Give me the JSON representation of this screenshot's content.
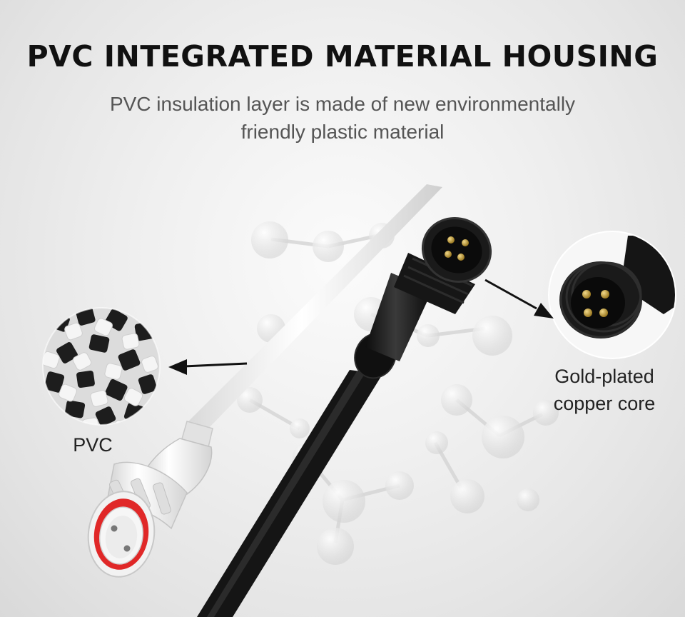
{
  "banner": {
    "title": "PVC INTEGRATED MATERIAL HOUSING",
    "subtitle": "PVC insulation layer is made of new environmentally friendly plastic material"
  },
  "callouts": {
    "pvc_label": "PVC",
    "core_label": "Gold-plated copper core"
  },
  "colors": {
    "title": "#111111",
    "subtitle": "#555555",
    "connector_white": "#f4f4f4",
    "connector_black": "#1a1a1a",
    "seal_ring": "#e02828",
    "gold_pin": "#c9a23a"
  }
}
